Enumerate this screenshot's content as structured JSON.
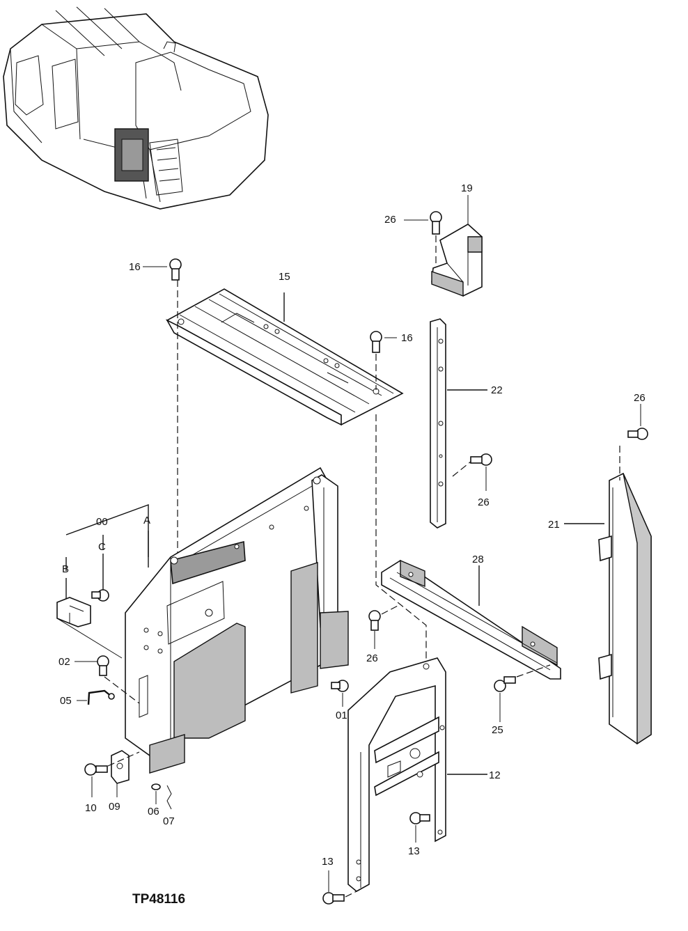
{
  "diagram": {
    "drawing_code": "TP48116",
    "callouts": [
      {
        "id": "c19a",
        "text": "19"
      },
      {
        "id": "c26a",
        "text": "26"
      },
      {
        "id": "c16a",
        "text": "16"
      },
      {
        "id": "c15",
        "text": "15"
      },
      {
        "id": "c16b",
        "text": "16"
      },
      {
        "id": "c22",
        "text": "22"
      },
      {
        "id": "c26b",
        "text": "26"
      },
      {
        "id": "c26c",
        "text": "26"
      },
      {
        "id": "c21",
        "text": "21"
      },
      {
        "id": "c00",
        "text": "00"
      },
      {
        "id": "cA",
        "text": "A"
      },
      {
        "id": "cC",
        "text": "C"
      },
      {
        "id": "cB",
        "text": "B"
      },
      {
        "id": "c28",
        "text": "28"
      },
      {
        "id": "c02",
        "text": "02"
      },
      {
        "id": "c26d",
        "text": "26"
      },
      {
        "id": "c05",
        "text": "05"
      },
      {
        "id": "c01",
        "text": "01"
      },
      {
        "id": "c25",
        "text": "25"
      },
      {
        "id": "c12",
        "text": "12"
      },
      {
        "id": "c10",
        "text": "10"
      },
      {
        "id": "c09",
        "text": "09"
      },
      {
        "id": "c06",
        "text": "06"
      },
      {
        "id": "c07",
        "text": "07"
      },
      {
        "id": "c13a",
        "text": "13"
      },
      {
        "id": "c13b",
        "text": "13"
      }
    ]
  }
}
